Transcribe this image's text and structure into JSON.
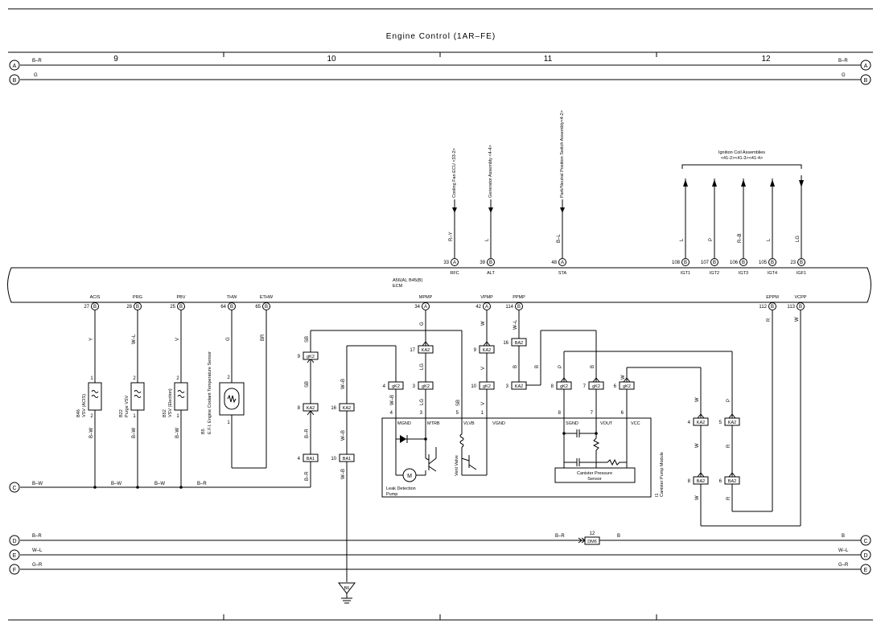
{
  "title": "Engine Control (1AR–FE)",
  "columns": [
    "9",
    "10",
    "11",
    "12"
  ],
  "buses": [
    {
      "letter": "A",
      "left_color": "B–R",
      "right_color": "B–R"
    },
    {
      "letter": "B",
      "left_color": "G",
      "right_color": "G"
    },
    {
      "letter": "C",
      "left_color": "B–W",
      "right_color": ""
    },
    {
      "letter": "D",
      "left_color": "B–R",
      "right_color": "B"
    },
    {
      "letter": "E",
      "left_color": "W–L",
      "right_color": "W–L"
    },
    {
      "letter": "F",
      "left_color": "G–R",
      "right_color": "G–R"
    }
  ],
  "right_bus_letters": [
    "A",
    "B",
    "C",
    "D",
    "E"
  ],
  "ecm": {
    "name": "A56(A), B45(B)",
    "label": "ECM"
  },
  "top_pins": [
    {
      "num": "33",
      "conn": "A",
      "name": "RFC",
      "wire": "R–Y",
      "dest": "Cooling Fan ECU <33-2>"
    },
    {
      "num": "39",
      "conn": "B",
      "name": "ALT",
      "wire": "L",
      "dest": "Generator Assembly <4-4>"
    },
    {
      "num": "48",
      "conn": "A",
      "name": "STA",
      "wire": "B–L",
      "dest": "Park/Neutral Position Switch Assembly<4-2>"
    },
    {
      "num": "108",
      "conn": "B",
      "name": "IGT1",
      "wire": "L"
    },
    {
      "num": "107",
      "conn": "B",
      "name": "IGT2",
      "wire": "P"
    },
    {
      "num": "106",
      "conn": "B",
      "name": "IGT3",
      "wire": "R–B"
    },
    {
      "num": "105",
      "conn": "B",
      "name": "IGT4",
      "wire": "L"
    },
    {
      "num": "23",
      "conn": "B",
      "name": "IGF1",
      "wire": "LG"
    }
  ],
  "ignition": {
    "line1": "Ignition Coil Assemblies",
    "line2": "<41-2><41-3><41-4>"
  },
  "bottom_pins": [
    {
      "num": "27",
      "conn": "B",
      "name": "ACIS",
      "wire": "Y"
    },
    {
      "num": "28",
      "conn": "B",
      "name": "PRG",
      "wire": "W–L"
    },
    {
      "num": "25",
      "conn": "B",
      "name": "PBV",
      "wire": "V"
    },
    {
      "num": "64",
      "conn": "B",
      "name": "THW",
      "wire": "G"
    },
    {
      "num": "65",
      "conn": "B",
      "name": "ETHW",
      "wire": "BR"
    },
    {
      "num": "34",
      "conn": "A",
      "name": "MPMP",
      "wire": "G"
    },
    {
      "num": "42",
      "conn": "A",
      "name": "VPMP",
      "wire": "W"
    },
    {
      "num": "114",
      "conn": "B",
      "name": "PPMP",
      "wire": "W–L"
    },
    {
      "num": "112",
      "conn": "B",
      "name": "EPPM",
      "wire": "R"
    },
    {
      "num": "113",
      "conn": "B",
      "name": "VCPP",
      "wire": "W"
    }
  ],
  "components": [
    {
      "id": "B46",
      "name": "VSV (ACIS)",
      "pin_top": "1",
      "pin_bot": "2",
      "wire_bot": "B–W"
    },
    {
      "id": "B22",
      "name": "Purge VSV",
      "pin_top": "2",
      "pin_bot": "1",
      "wire_bot": "B–W"
    },
    {
      "id": "B52",
      "name": "VSV (Election)",
      "pin_top": "2",
      "pin_bot": "1",
      "wire_bot": "B–W"
    },
    {
      "id": "B5",
      "name": "E.F.I. Engine Coolant Temperature Sensor",
      "pin_top": "2",
      "pin_bot": "1"
    }
  ],
  "connectors": [
    {
      "id": "gK2",
      "pin": "9",
      "wire_up": "SB",
      "wire_down": "SB"
    },
    {
      "id": "KA2",
      "pin": "8",
      "wire_down": "B–R"
    },
    {
      "id": "BA1",
      "pin": "4",
      "wire_down": "B–R"
    },
    {
      "id": "KA2",
      "pin": "16",
      "wire_up": "W–B",
      "wire_down": "W–B"
    },
    {
      "id": "BA1",
      "pin": "10",
      "wire_down": "W–B"
    },
    {
      "id": "gK2",
      "pin": "4",
      "wire_down": "W–B"
    },
    {
      "id": "KA2",
      "pin": "17",
      "wire_down": "LG"
    },
    {
      "id": "gK2",
      "pin": "3",
      "wire_down": "LG"
    },
    {
      "id": "KA2",
      "pin": "9",
      "wire_down": "V"
    },
    {
      "id": "gK2",
      "pin": "10",
      "wire_down": "V"
    },
    {
      "id": "BA2",
      "pin": "16",
      "wire_down": "B"
    },
    {
      "id": "KA2",
      "pin": "3",
      "wire_down": "B"
    },
    {
      "id": "gK2",
      "pin": "8",
      "wire_up": "P"
    },
    {
      "id": "gK2",
      "pin": "7",
      "wire_up": "B"
    },
    {
      "id": "gK2",
      "pin": "6",
      "wire_up": "W"
    },
    {
      "id": "KA2",
      "pin": "4",
      "wire_up": "W",
      "wire_down": "W"
    },
    {
      "id": "BA2",
      "pin": "8",
      "wire_down": "W"
    },
    {
      "id": "KA2",
      "pin": "5",
      "wire_up": "P",
      "wire_down": "R"
    },
    {
      "id": "BA2",
      "pin": "6",
      "wire_down": "R"
    }
  ],
  "canister_module": {
    "id": "I1",
    "name": "Canister Pump Module",
    "pins": [
      {
        "num": "4",
        "name": "MGND"
      },
      {
        "num": "3",
        "name": "MTRB"
      },
      {
        "num": "5",
        "name": "VLVB"
      },
      {
        "num": "1",
        "name": "VGND"
      },
      {
        "num": "8",
        "name": "SGND"
      },
      {
        "num": "7",
        "name": "VOUT"
      },
      {
        "num": "6",
        "name": "VCC"
      }
    ],
    "pump_symbol": "M",
    "pump_label1": "Leak Detection",
    "pump_label2": "Pump",
    "valve_label": "Vent Valve",
    "sensor_line1": "Canister Pressure",
    "sensor_line2": "Sensor"
  },
  "mid_wire_labels": {
    "sb_inside": "SB",
    "b_ppmp": "B"
  },
  "dm_connector": {
    "id": "DM6",
    "pin": "12",
    "wire_left": "B–R",
    "wire_right": "B"
  },
  "ground": {
    "id": "B6"
  },
  "bus_c_labels": [
    "B–W",
    "B–W",
    "B–R"
  ]
}
